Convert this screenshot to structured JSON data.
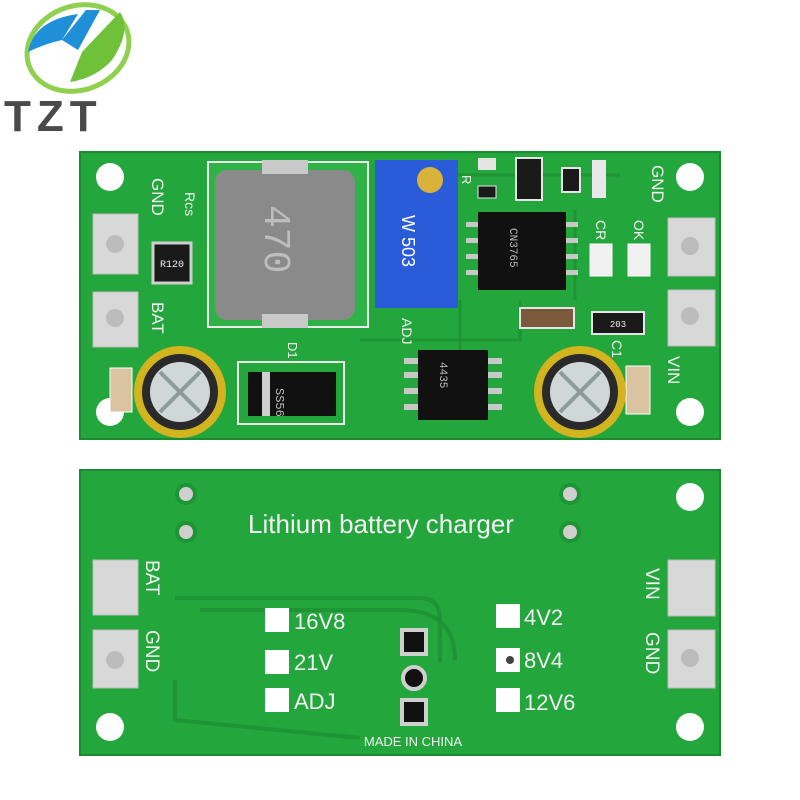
{
  "brand": {
    "name": "TZT",
    "colors": {
      "green": "#6fc13a",
      "blue": "#1f8fd8",
      "text": "#4a4a4a"
    }
  },
  "board_top": {
    "pcb_color": "#23a63c",
    "labels": {
      "gnd_left": "GND",
      "bat_left": "BAT",
      "rcs": "Rcs",
      "adj": "ADJ",
      "d1": "D1",
      "r": "R",
      "cr": "CR",
      "ok": "OK",
      "gnd_right": "GND",
      "vin": "VIN",
      "c1": "C1"
    },
    "components": {
      "inductor": "470",
      "resistor": "R120",
      "potentiometer": "W 503",
      "diode": "SS56",
      "ic_top": "CN3765",
      "ic_bottom": "4435",
      "small_resistor": "203"
    }
  },
  "board_bottom": {
    "title": "Lithium battery charger",
    "labels": {
      "bat": "BAT",
      "gnd_left": "GND",
      "vin": "VIN",
      "gnd_right": "GND",
      "v16": "16V8",
      "v21": "21V",
      "adj": "ADJ",
      "v42": "4V2",
      "v84": "8V4",
      "v126": "12V6",
      "made": "MADE IN CHINA"
    }
  }
}
